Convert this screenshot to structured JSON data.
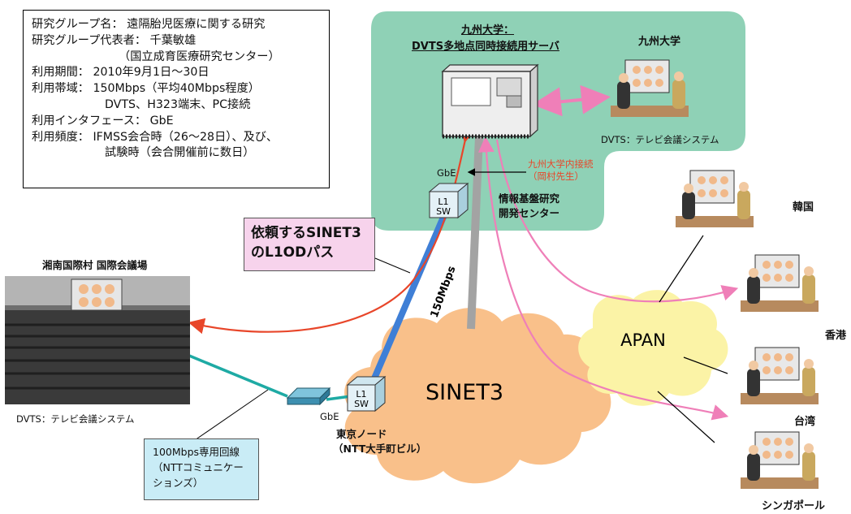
{
  "info": {
    "lines": [
      "研究グループ名： 遠隔胎児医療に関する研究",
      "研究グループ代表者： 千葉敏雄",
      "（国立成育医療研究センター）",
      "利用期間： 2010年9月1日～30日",
      "利用帯域： 150Mbps（平均40Mbps程度）",
      "DVTS、H323端末、PC接続",
      "利用インタフェース： GbE",
      "利用頻度： IFMSS会合時（26～28日）、及び、",
      "試験時（会合開催前に数日）"
    ]
  },
  "kyushu": {
    "server_title_1": "九州大学：",
    "server_title_2": "DVTS多地点同時接続用サーバ",
    "univ_label": "九州大学",
    "dvts_label": "DVTS：テレビ会議システム",
    "internal_1": "九州大学内接続",
    "internal_2": "（岡村先生）",
    "center_1": "情報基盤研究",
    "center_2": "開発センター",
    "gbe": "GbE",
    "sw_1": "L1",
    "sw_2": "SW"
  },
  "shonan": {
    "title": "湘南国際村 国際会議場",
    "dvts_label": "DVTS：テレビ会議システム",
    "gbe": "GbE"
  },
  "callouts": {
    "sinet_1": "依頼するSINET3",
    "sinet_2": "のL1ODパス",
    "line_1": "100Mbps専用回線",
    "line_2": "（NTTコミュニケー",
    "line_3": "ションズ）"
  },
  "bandwidth": "150Mbps",
  "tokyo": {
    "sw_1": "L1",
    "sw_2": "SW",
    "node_1": "東京ノード",
    "node_2": "（NTT大手町ビル）"
  },
  "clouds": {
    "sinet": "SINET3",
    "apan": "APAN"
  },
  "sites": {
    "korea": "韓国",
    "hongkong": "香港",
    "taiwan": "台湾",
    "singapore": "シンガポール"
  },
  "colors": {
    "region_green": "#8fd1b6",
    "cloud_orange": "#f9c08a",
    "cloud_yellow": "#fbf3a6",
    "link_blue": "#3f7fd6",
    "link_gray": "#a3a3a3",
    "link_red": "#e8462a",
    "link_pink": "#ef7fb8",
    "link_teal": "#1eaaa4",
    "internal_text": "#e8462a"
  }
}
